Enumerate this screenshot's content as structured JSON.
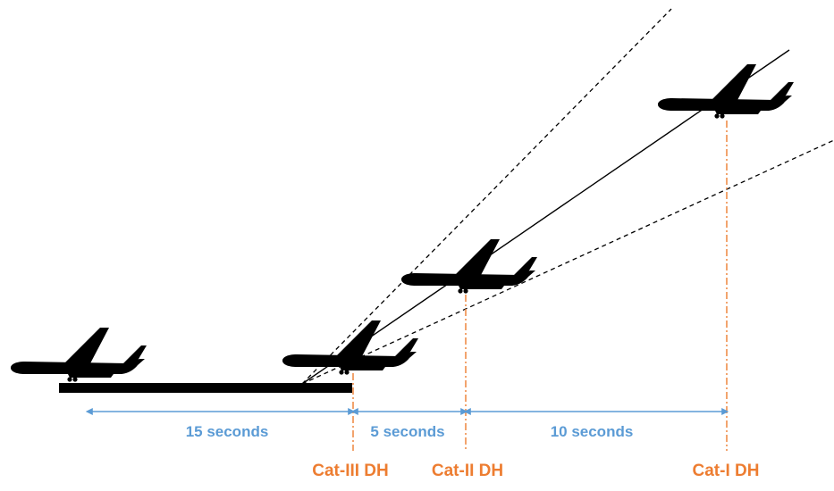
{
  "colors": {
    "aircraft": "#000000",
    "runway": "#000000",
    "glide_path": "#000000",
    "interval": "#5b9bd5",
    "decision_height": "#ed7d31",
    "background": "#ffffff"
  },
  "intervals": [
    {
      "label": "15 seconds"
    },
    {
      "label": "5 seconds"
    },
    {
      "label": "10 seconds"
    }
  ],
  "decision_heights": [
    {
      "label": "Cat-III DH"
    },
    {
      "label": "Cat-II DH"
    },
    {
      "label": "Cat-I DH"
    }
  ]
}
